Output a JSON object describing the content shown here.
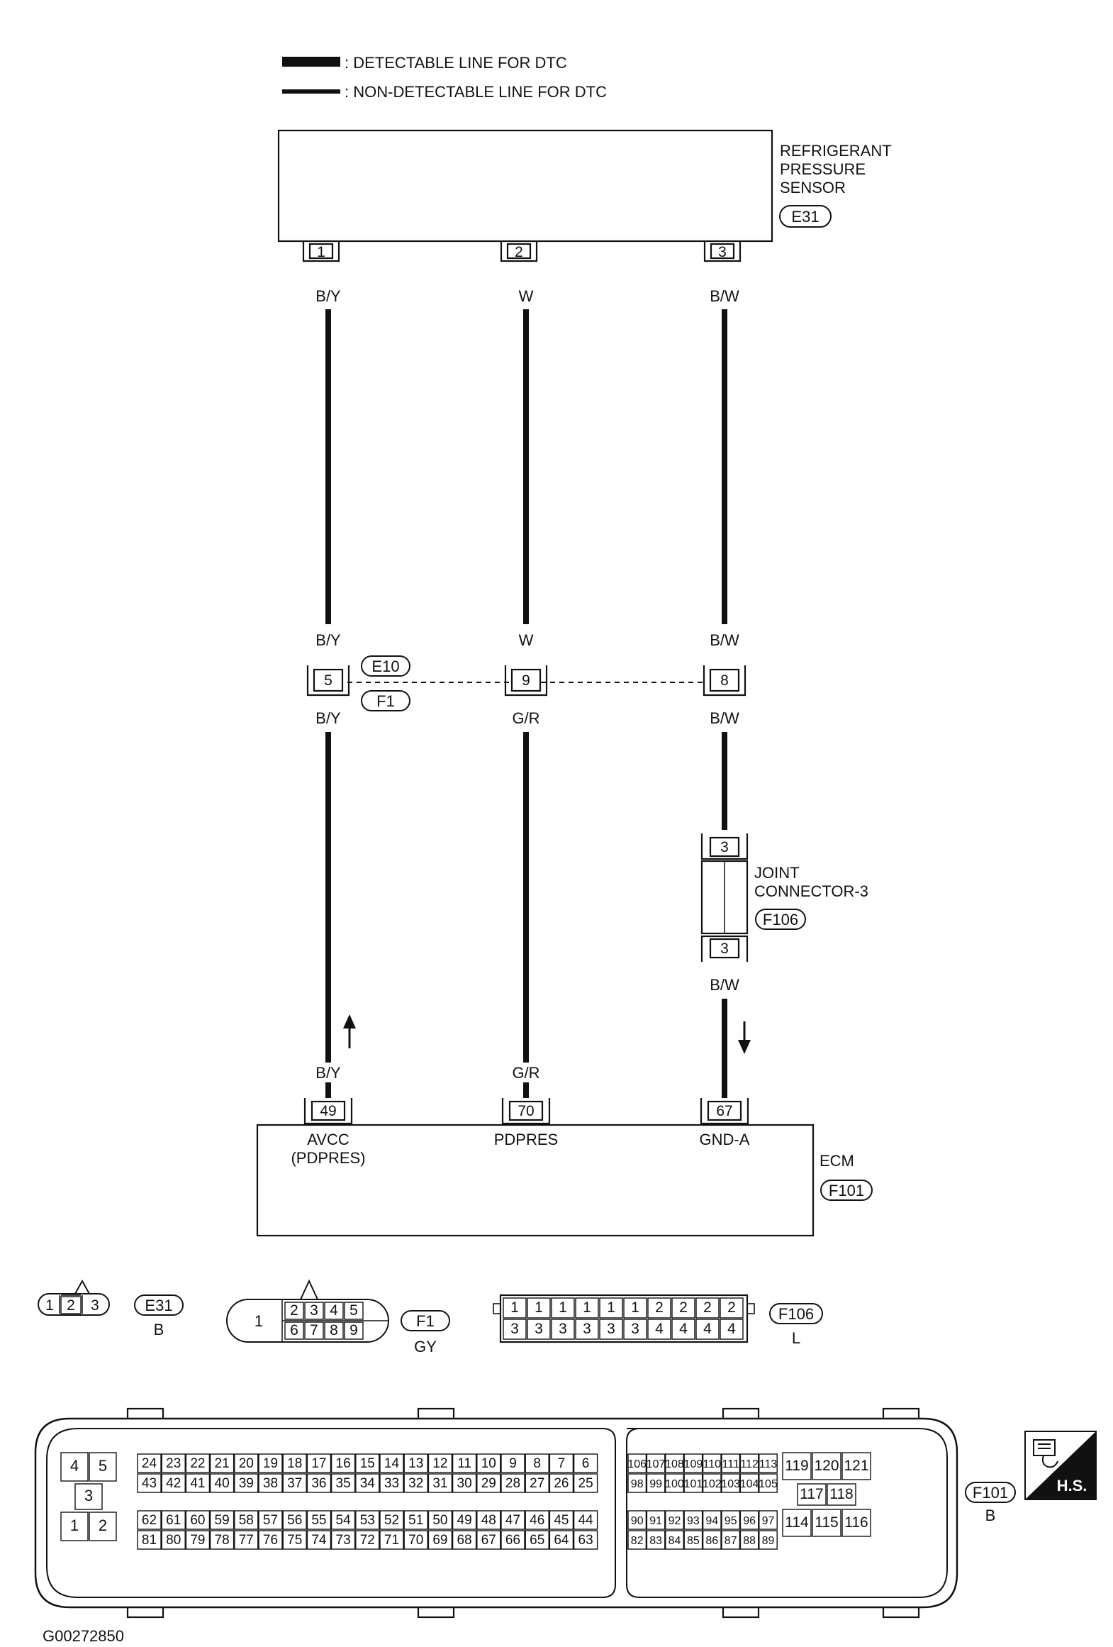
{
  "legend": {
    "detectable": ": DETECTABLE LINE FOR DTC",
    "non_detectable": ": NON-DETECTABLE LINE FOR DTC"
  },
  "sensor": {
    "name_lines": [
      "REFRIGERANT",
      "PRESSURE",
      "SENSOR"
    ],
    "code": "E31",
    "pins": [
      "1",
      "2",
      "3"
    ],
    "wire_colors": [
      "B/Y",
      "W",
      "B/W"
    ]
  },
  "inline_connector": {
    "code_top": "E10",
    "code_bottom": "F1",
    "pins": [
      "5",
      "9",
      "8"
    ],
    "colors_above": [
      "B/Y",
      "W",
      "B/W"
    ],
    "colors_below": [
      "B/Y",
      "G/R",
      "B/W"
    ]
  },
  "joint_connector": {
    "name_lines": [
      "JOINT",
      "CONNECTOR-3"
    ],
    "code": "F106",
    "pin_top": "3",
    "pin_bottom": "3",
    "wire_color_below": "B/W"
  },
  "ecm": {
    "name": "ECM",
    "code": "F101",
    "pins": [
      "49",
      "70",
      "67"
    ],
    "wire_colors": [
      "B/Y",
      "G/R",
      "B/W"
    ],
    "terminal_labels": [
      [
        "AVCC",
        "(PDPRES)"
      ],
      [
        "PDPRES"
      ],
      [
        "GND-A"
      ]
    ]
  },
  "connector_views": {
    "e31": {
      "pins": [
        "1",
        "2",
        "3"
      ],
      "code": "E31",
      "color": "B"
    },
    "f1": {
      "big_pin": "1",
      "top_row": [
        "2",
        "3",
        "4",
        "5"
      ],
      "bottom_row": [
        "6",
        "7",
        "8",
        "9"
      ],
      "code": "F1",
      "color": "GY"
    },
    "f106": {
      "top_row": [
        "1",
        "1",
        "1",
        "1",
        "1",
        "1",
        "2",
        "2",
        "2",
        "2"
      ],
      "bottom_row": [
        "3",
        "3",
        "3",
        "3",
        "3",
        "3",
        "4",
        "4",
        "4",
        "4"
      ],
      "code": "F106",
      "color": "L"
    },
    "f101": {
      "code": "F101",
      "color": "B",
      "left_block": [
        "4",
        "5",
        "3",
        "1",
        "2"
      ],
      "mid_rows": [
        [
          "24",
          "23",
          "22",
          "21",
          "20",
          "19",
          "18",
          "17",
          "16",
          "15",
          "14",
          "13",
          "12",
          "11",
          "10",
          "9",
          "8",
          "7",
          "6"
        ],
        [
          "43",
          "42",
          "41",
          "40",
          "39",
          "38",
          "37",
          "36",
          "35",
          "34",
          "33",
          "32",
          "31",
          "30",
          "29",
          "28",
          "27",
          "26",
          "25"
        ],
        [
          "62",
          "61",
          "60",
          "59",
          "58",
          "57",
          "56",
          "55",
          "54",
          "53",
          "52",
          "51",
          "50",
          "49",
          "48",
          "47",
          "46",
          "45",
          "44"
        ],
        [
          "81",
          "80",
          "79",
          "78",
          "77",
          "76",
          "75",
          "74",
          "73",
          "72",
          "71",
          "70",
          "69",
          "68",
          "67",
          "66",
          "65",
          "64",
          "63"
        ]
      ],
      "right_rows": [
        [
          "106",
          "107",
          "108",
          "109",
          "110",
          "111",
          "112",
          "113"
        ],
        [
          "98",
          "99",
          "100",
          "101",
          "102",
          "103",
          "104",
          "105"
        ],
        [
          "90",
          "91",
          "92",
          "93",
          "94",
          "95",
          "96",
          "97"
        ],
        [
          "82",
          "83",
          "84",
          "85",
          "86",
          "87",
          "88",
          "89"
        ]
      ],
      "far_right_rows": [
        [
          "119",
          "120",
          "121"
        ],
        [
          "117",
          "118"
        ],
        [
          "114",
          "115",
          "116"
        ]
      ]
    }
  },
  "badge": "H.S.",
  "figure_id": "G00272850"
}
